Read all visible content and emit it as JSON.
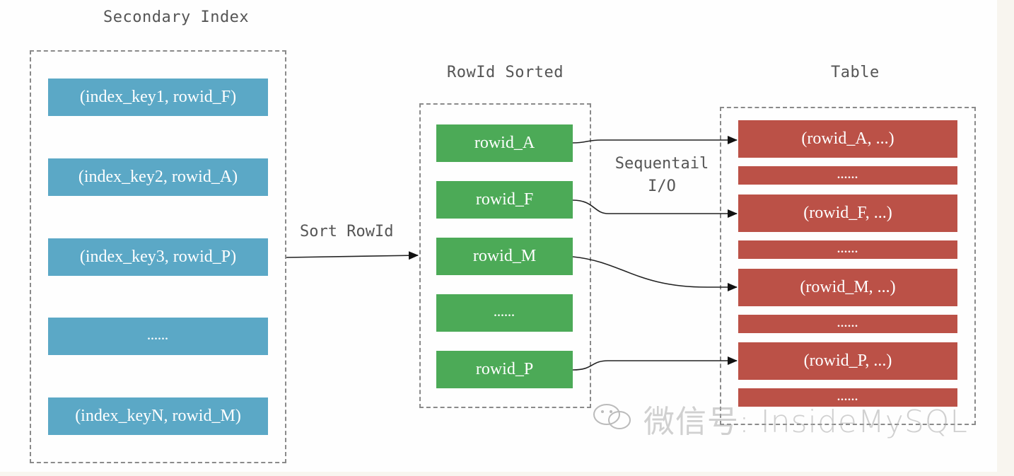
{
  "titles": {
    "secondary_index": "Secondary Index",
    "rowid_sorted": "RowId Sorted",
    "table": "Table"
  },
  "secondary_index": {
    "items": [
      "(index_key1, rowid_F)",
      "(index_key2, rowid_A)",
      "(index_key3, rowid_P)",
      "......",
      "(index_keyN, rowid_M)"
    ]
  },
  "rowid_sorted": {
    "items": [
      "rowid_A",
      "rowid_F",
      "rowid_M",
      "......",
      "rowid_P"
    ]
  },
  "table": {
    "rows": [
      "(rowid_A, ...)",
      "......",
      "(rowid_F, ...)",
      "......",
      "(rowid_M, ...)",
      "......",
      "(rowid_P, ...)",
      "......"
    ]
  },
  "labels": {
    "sort_rowid": "Sort RowId",
    "sequential_io_line1": "Sequentail",
    "sequential_io_line2": "I/O"
  },
  "watermark": {
    "text": "微信号: InsideMySQL",
    "icon": "wechat-icon"
  },
  "colors": {
    "index_box": "#5ba8c6",
    "sorted_box": "#4caa57",
    "table_row": "#bb5147",
    "dashed_border": "#8a8a8a"
  }
}
